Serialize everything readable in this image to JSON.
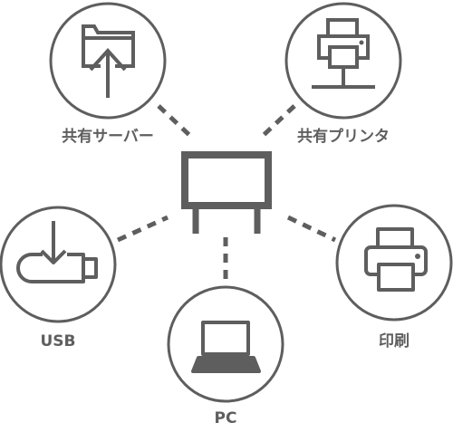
{
  "nodes": {
    "shared_server": {
      "label": "共有サーバー",
      "icon": "folder-upload-icon"
    },
    "shared_printer": {
      "label": "共有プリンタ",
      "icon": "network-printer-icon"
    },
    "usb": {
      "label": "USB",
      "icon": "usb-download-icon"
    },
    "print": {
      "label": "印刷",
      "icon": "printer-icon"
    },
    "pc": {
      "label": "PC",
      "icon": "laptop-icon"
    },
    "center": {
      "icon": "display-monitor-icon"
    }
  },
  "colors": {
    "stroke": "#5e5e5e",
    "label": "#5e5e5e",
    "background": "#ffffff"
  }
}
